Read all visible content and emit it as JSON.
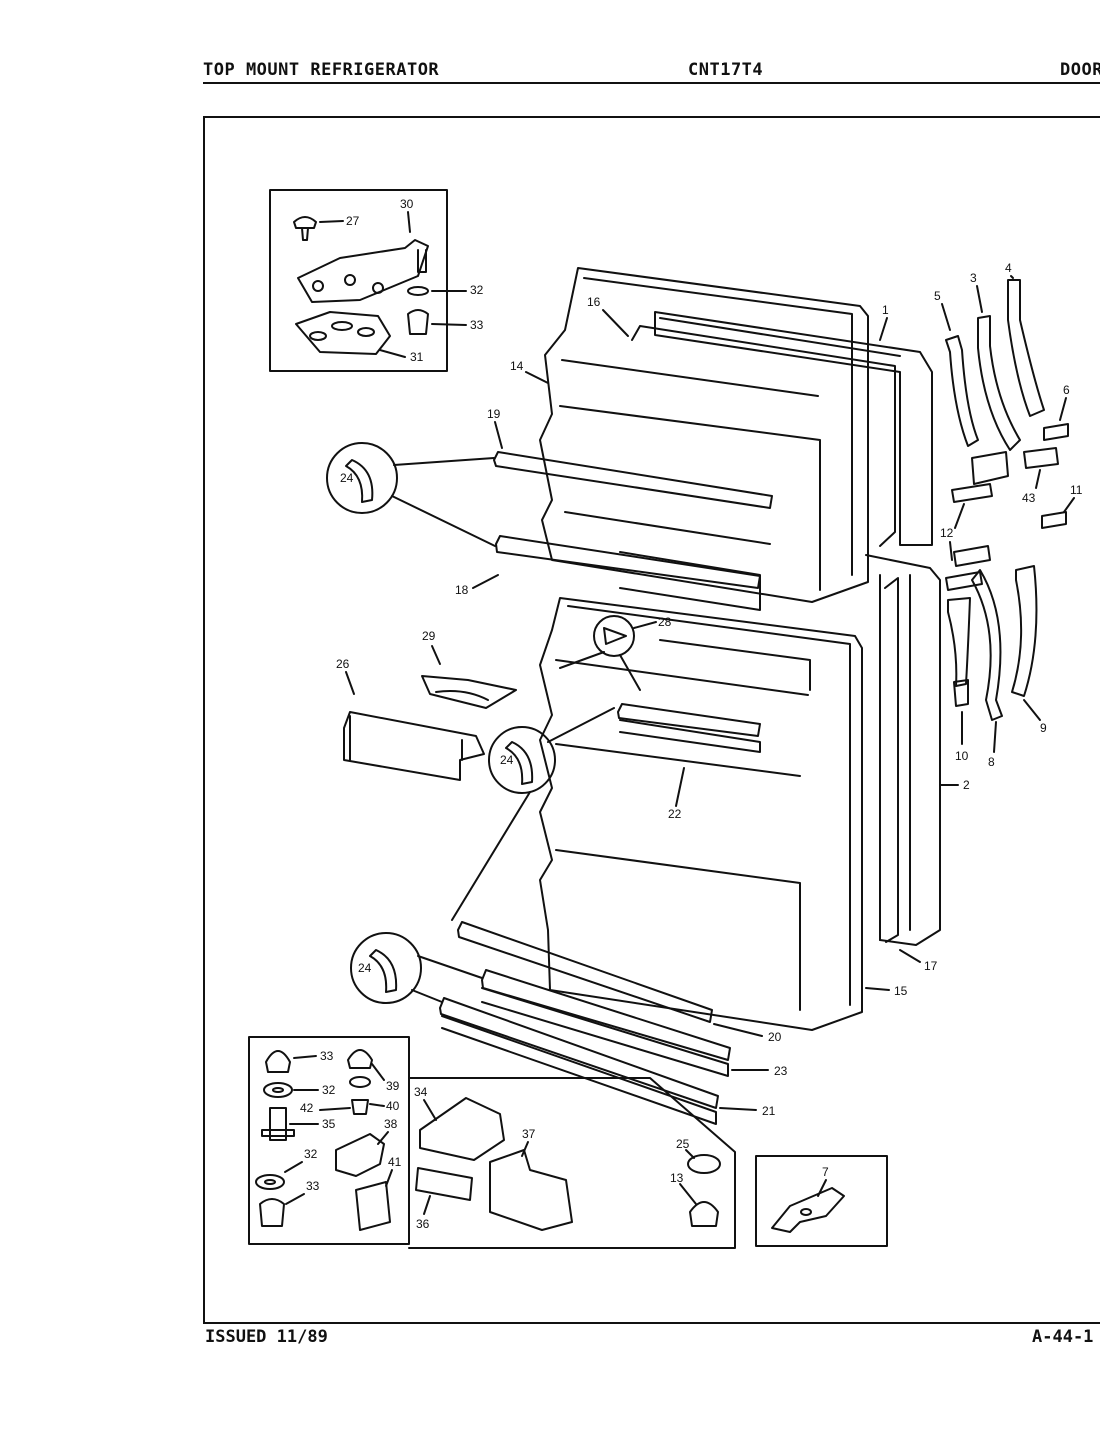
{
  "header": {
    "left": "TOP MOUNT REFRIGERATOR",
    "center": "CNT17T4",
    "right": "DOOR"
  },
  "footer": {
    "issued": "ISSUED 11/89",
    "page": "A-44-1"
  },
  "callouts": {
    "c1": "1",
    "c2": "2",
    "c3": "3",
    "c4": "4",
    "c5": "5",
    "c6": "6",
    "c7": "7",
    "c8": "8",
    "c9": "9",
    "c10": "10",
    "c11": "11",
    "c12": "12",
    "c13": "13",
    "c14": "14",
    "c15": "15",
    "c16": "16",
    "c17": "17",
    "c18": "18",
    "c19": "19",
    "c20": "20",
    "c21": "21",
    "c22": "22",
    "c23": "23",
    "c24": "24",
    "c25": "25",
    "c26": "26",
    "c27": "27",
    "c28": "28",
    "c29": "29",
    "c30": "30",
    "c31": "31",
    "c32": "32",
    "c33": "33",
    "c34": "34",
    "c35": "35",
    "c36": "36",
    "c37": "37",
    "c38": "38",
    "c39": "39",
    "c40": "40",
    "c41": "41",
    "c42": "42",
    "c43": "43"
  }
}
